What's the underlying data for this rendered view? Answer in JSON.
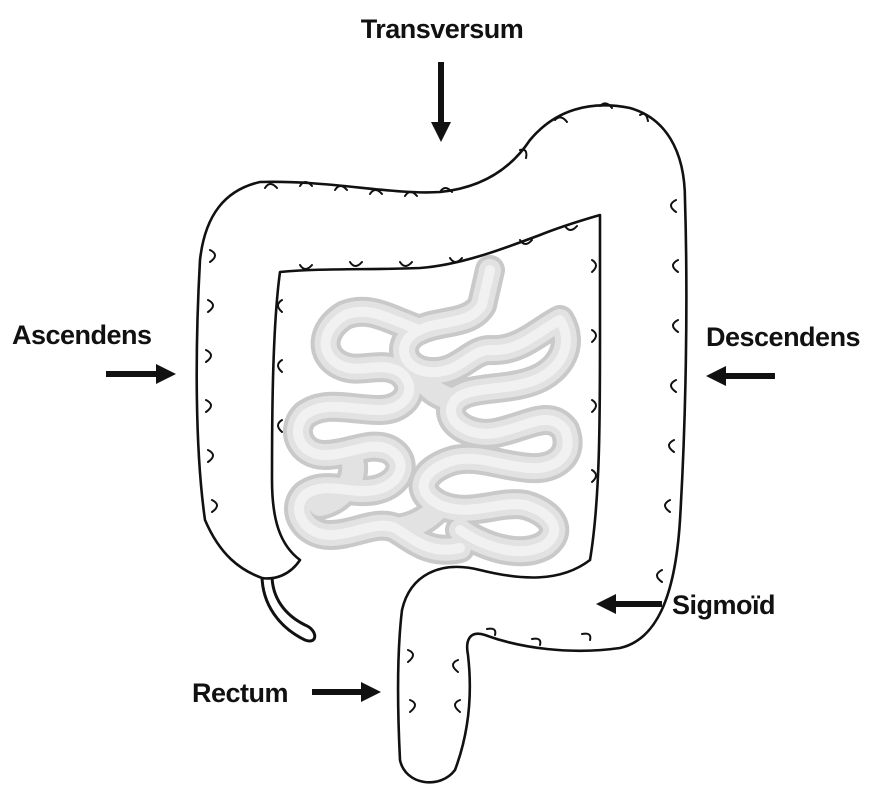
{
  "diagram": {
    "labels": {
      "transversum": "Transversum",
      "ascendens": "Ascendens",
      "descendens": "Descendens",
      "sigmoid": "Sigmoïd",
      "rectum": "Rectum"
    }
  }
}
